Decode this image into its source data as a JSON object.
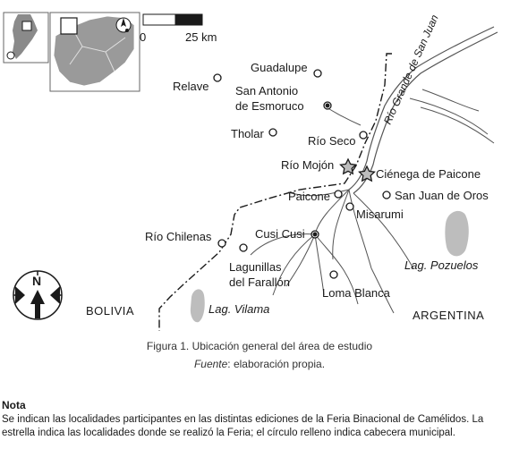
{
  "map": {
    "localities": [
      {
        "name": "Guadalupe",
        "kind": "open"
      },
      {
        "name": "Relave",
        "kind": "open"
      },
      {
        "name": "San Antonio",
        "kind": "filled"
      },
      {
        "name": "de Esmoruco",
        "kind": "label-line"
      },
      {
        "name": "Tholar",
        "kind": "open"
      },
      {
        "name": "Río Seco",
        "kind": "open"
      },
      {
        "name": "Río Mojón",
        "kind": "star"
      },
      {
        "name": "Ciénega de Paicone",
        "kind": "star"
      },
      {
        "name": "Paicone",
        "kind": "open"
      },
      {
        "name": "San Juan de Oros",
        "kind": "open"
      },
      {
        "name": "Misarumi",
        "kind": "open"
      },
      {
        "name": "Cusi Cusi",
        "kind": "filled"
      },
      {
        "name": "Río Chilenas",
        "kind": "open"
      },
      {
        "name": "Lagunillas",
        "kind": "open"
      },
      {
        "name": "del Farallón",
        "kind": "label-line"
      },
      {
        "name": "Loma Blanca",
        "kind": "open"
      }
    ],
    "lakes": [
      "Lag. Pozuelos",
      "Lag. Vilama"
    ],
    "river_label": "Río Grande de San Juan",
    "countries": [
      "BOLIVIA",
      "ARGENTINA"
    ],
    "scale": {
      "start": "0",
      "end": "25 km"
    },
    "north": "N",
    "colors": {
      "lake": "#bdbdbd",
      "inset_land": "#8a8a8a",
      "inset_province": "#c8c8c8",
      "ink": "#1a1a1a"
    }
  },
  "caption": {
    "figure": "Figura 1. Ubicación general del área de estudio",
    "source_label": "Fuente",
    "source_text": ": elaboración propia."
  },
  "note": {
    "title": "Nota",
    "body": "Se indican las localidades participantes en las distintas ediciones de la Feria Binacional de Camélidos. La estrella indica las localidades donde se realizó la Feria; el círculo relleno indica cabecera municipal."
  }
}
